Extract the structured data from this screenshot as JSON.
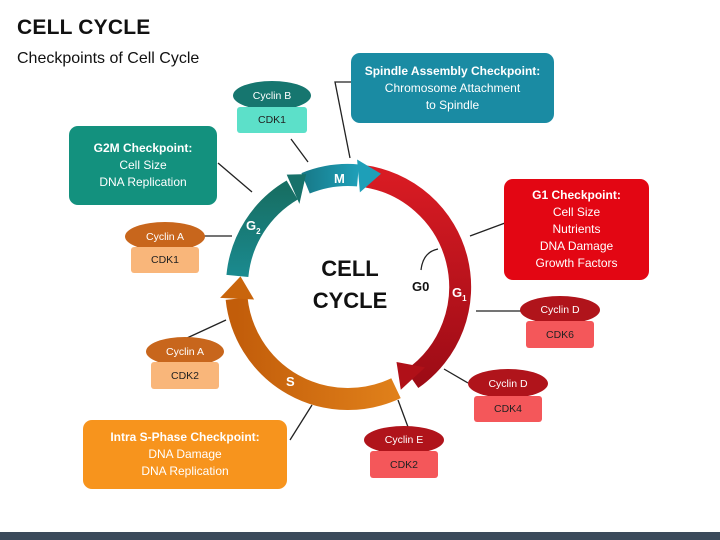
{
  "title": "CELL CYCLE",
  "subtitle": "Checkpoints of Cell Cycle",
  "center": {
    "line1": "CELL",
    "line2": "CYCLE"
  },
  "phases": {
    "m": "M",
    "g1": "G",
    "g1_sub": "1",
    "g2": "G",
    "g2_sub": "2",
    "s": "S",
    "g0": "G0"
  },
  "checkpoints": {
    "spindle": {
      "title": "Spindle Assembly Checkpoint:",
      "line1": "Chromosome Attachment",
      "line2": "to Spindle"
    },
    "g2m": {
      "title": "G2M Checkpoint:",
      "line1": "Cell Size",
      "line2": "DNA Replication"
    },
    "g1": {
      "title": "G1 Checkpoint:",
      "line1": "Cell Size",
      "line2": "Nutrients",
      "line3": "DNA Damage",
      "line4": "Growth Factors"
    },
    "intra_s": {
      "title": "Intra S-Phase Checkpoint:",
      "line1": "DNA Damage",
      "line2": "DNA Replication"
    }
  },
  "complexes": {
    "cyclin_b": {
      "cyclin": "Cyclin B",
      "cdk": "CDK1"
    },
    "cyclin_a_g2": {
      "cyclin": "Cyclin A",
      "cdk": "CDK1"
    },
    "cyclin_a_s": {
      "cyclin": "Cyclin A",
      "cdk": "CDK2"
    },
    "cyclin_d_cdk6": {
      "cyclin": "Cyclin D",
      "cdk": "CDK6"
    },
    "cyclin_d_cdk4": {
      "cyclin": "Cyclin D",
      "cdk": "CDK4"
    },
    "cyclin_e": {
      "cyclin": "Cyclin E",
      "cdk": "CDK2"
    }
  },
  "colors": {
    "m_phase": "#1a8ba3",
    "g1_phase": "#c40f1c",
    "s_phase": "#d8740f",
    "g2_phase": "#197f77",
    "spindle_box": "#1a8ba3",
    "g2m_box": "#13917e",
    "g1_box": "#e30613",
    "intra_s_box": "#f7941d"
  }
}
